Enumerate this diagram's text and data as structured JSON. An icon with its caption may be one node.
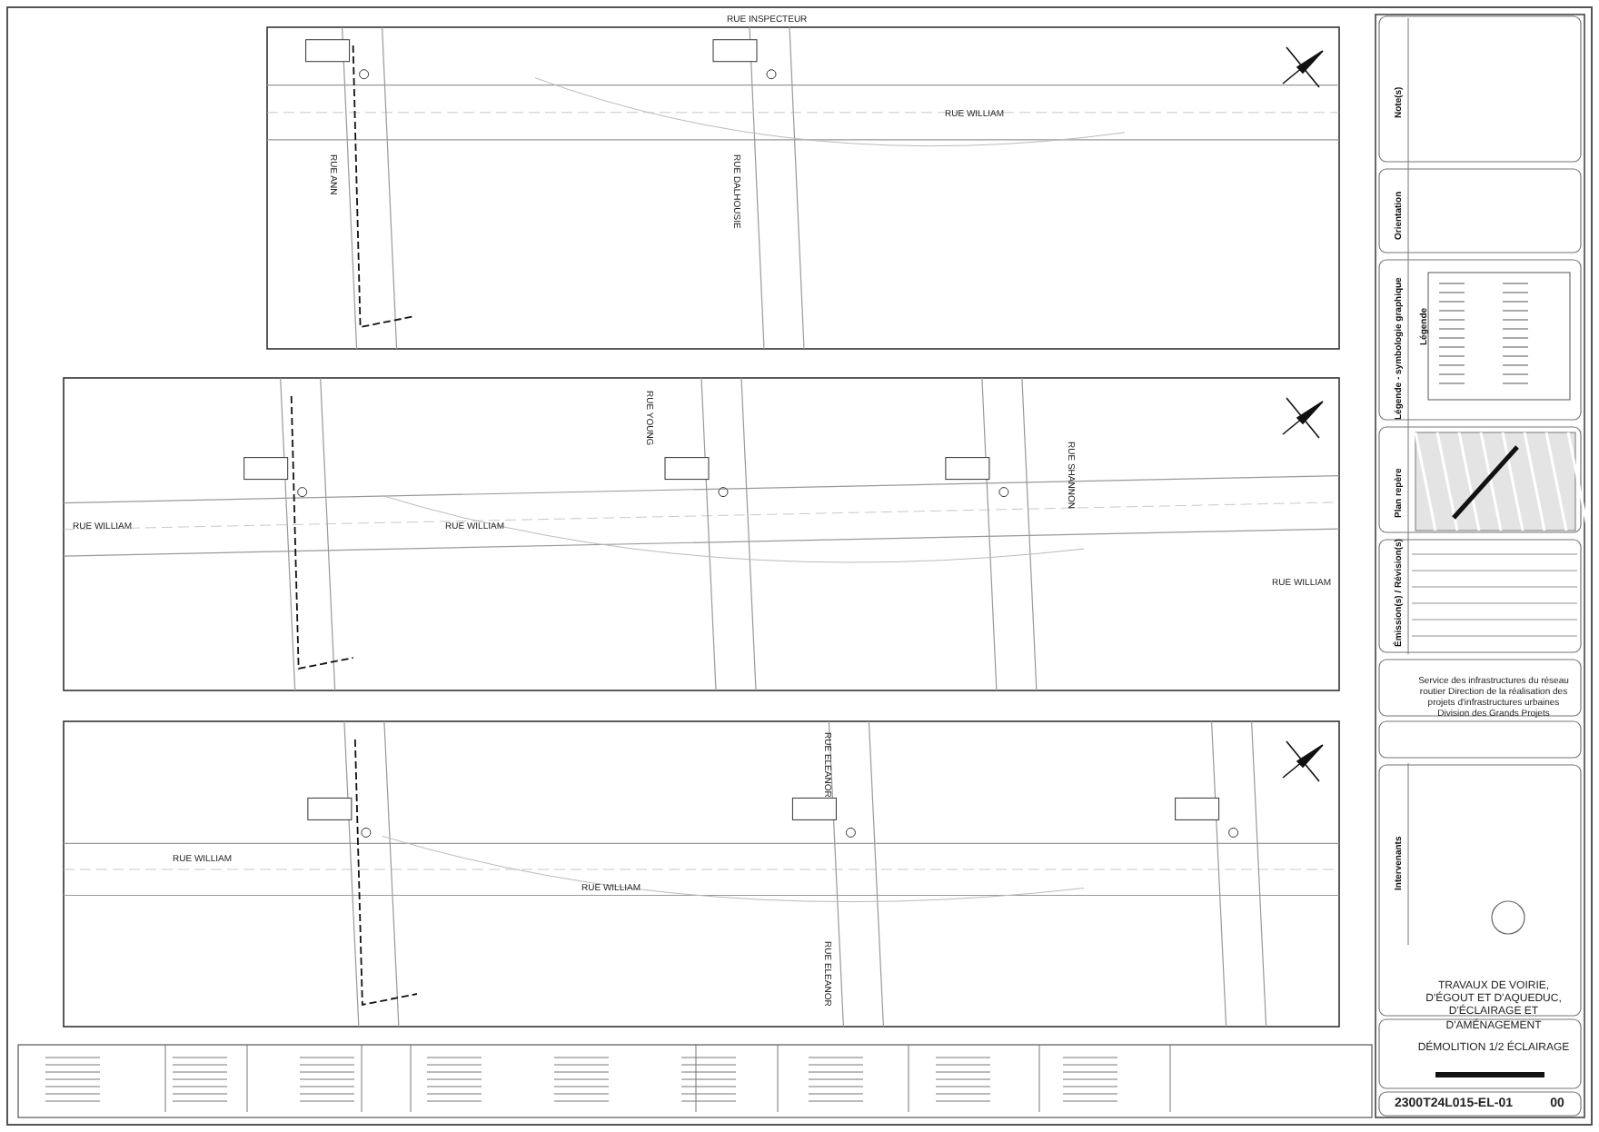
{
  "diagram": {
    "labels": [
      "RUE INSPECTEUR",
      "RUE WILLIAM",
      "RUE ANN",
      "RUE DALHOUSIE",
      "RUE WILLIAM",
      "RUE WILLIAM",
      "RUE YOUNG",
      "RUE SHANNON",
      "RUE WILLIAM",
      "RUE ELEANOR",
      "RUE WILLIAM",
      "RUE WILLIAM",
      "RUE ELEANOR",
      "Note(s)",
      "Orientation",
      "Légende - symbologie graphique",
      "Légende",
      "Plan repère",
      "Émission(s) / Révision(s)",
      "Service des infrastructures du réseau routier Direction de la réalisation des projets d'infrastructures urbaines Division des Grands Projets",
      "Intervenants",
      "TRAVAUX DE VOIRIE, D'ÉGOUT ET D'AQUEDUC, D'ÉCLAIRAGE ET D'AMÉNAGEMENT",
      "DÉMOLITION 1/2 ÉCLAIRAGE",
      "2300T24L015-EL-01",
      "00"
    ]
  }
}
